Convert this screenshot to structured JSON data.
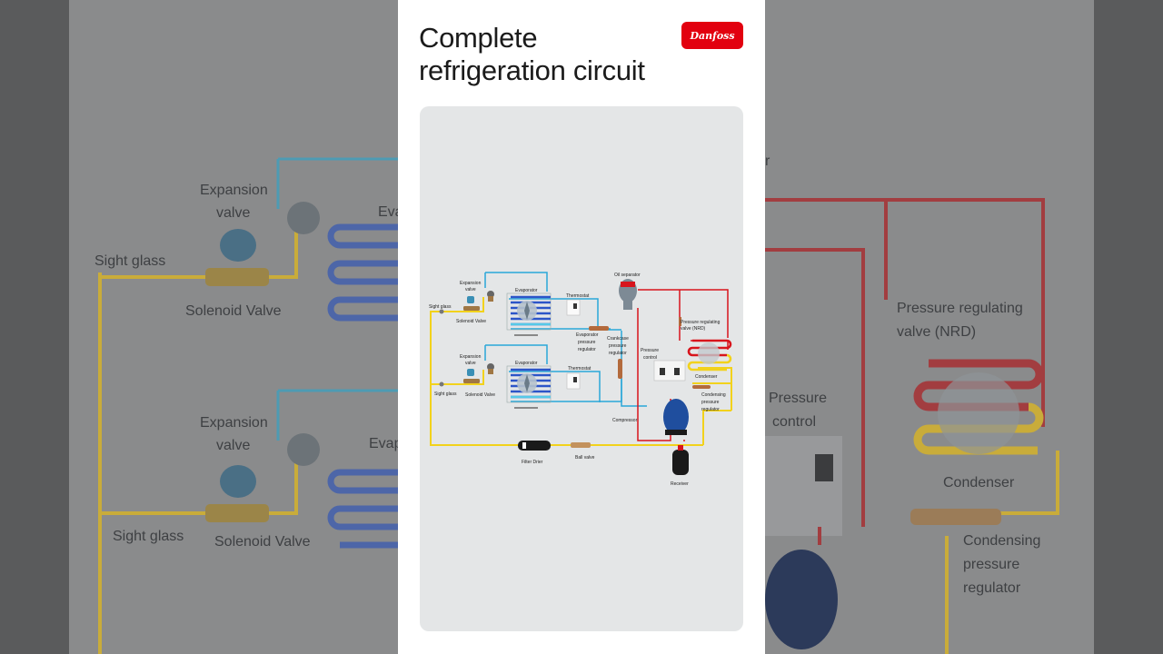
{
  "header": {
    "title_line1": "Complete",
    "title_line2": "refrigeration circuit",
    "brand": "Danfoss"
  },
  "labels": {
    "expansion_valve_1": "Expansion",
    "expansion_valve_2": "valve",
    "evaporator": "Evaporator",
    "thermostat": "Thermostat",
    "sight_glass": "Sight glass",
    "solenoid_valve": "Solenoid Valve",
    "evap_pressure_1": "Evaporator",
    "evap_pressure_2": "pressure",
    "evap_pressure_3": "regulator",
    "crankcase_1": "Crankcase",
    "crankcase_2": "pressure",
    "crankcase_3": "regulator",
    "pressure_control_1": "Pressure",
    "pressure_control_2": "control",
    "oil_separator": "Oil separator",
    "nrd_1": "Pressure regulating",
    "nrd_2": "valve (NRD)",
    "condenser": "Condenser",
    "cond_reg_1": "Condensing",
    "cond_reg_2": "pressure",
    "cond_reg_3": "regulator",
    "compressor": "Compressor",
    "filter_drier": "Filter Drier",
    "ball_valve": "Ball valve",
    "receiver": "Receiver"
  },
  "background": {
    "left_expansion_1": "Expansion",
    "left_expansion_2": "valve",
    "left_evap_cut": "Eva",
    "left_sight_glass": "Sight glass",
    "left_solenoid": "Solenoid Valve",
    "left_expansion_b1": "Expansion",
    "left_expansion_b2": "valve",
    "left_evap_cut_b": "Evap",
    "left_sight_glass_b": "Sight glass",
    "left_solenoid_b": "Solenoid Valve",
    "right_nrd_1": "Pressure regulating",
    "right_nrd_2": "valve (NRD)",
    "right_pc_1": "Pressure",
    "right_pc_2": "control",
    "right_condenser": "Condenser",
    "right_cond_1": "Condensing",
    "right_cond_2": "pressure",
    "right_cond_3": "regulator",
    "right_top_cut": "r"
  },
  "colors": {
    "liquid_line": "#f2d21c",
    "suction_line": "#2aa7d8",
    "discharge_line": "#d8141c",
    "evaporator_coil": "#2c55c8",
    "brand_red": "#e2000f"
  }
}
